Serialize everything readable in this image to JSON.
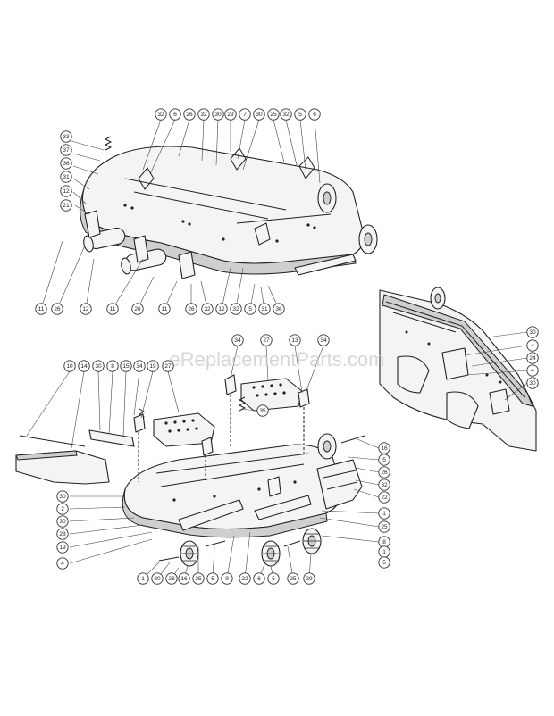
{
  "watermark": "eReplacementParts.com",
  "upper_callouts": [
    "32",
    "6",
    "26",
    "32",
    "30",
    "29",
    "7",
    "30",
    "25",
    "32",
    "5",
    "33",
    "37",
    "36",
    "31",
    "12",
    "21",
    "11",
    "26",
    "12",
    "11",
    "26",
    "11",
    "26",
    "32",
    "12",
    "32",
    "5",
    "31",
    "36",
    "6"
  ],
  "lower_callouts": [
    "10",
    "14",
    "30",
    "8",
    "15",
    "34",
    "19",
    "27",
    "34",
    "27",
    "13",
    "34",
    "35",
    "16",
    "5",
    "26",
    "32",
    "22",
    "30",
    "2",
    "30",
    "28",
    "19",
    "4",
    "1",
    "30",
    "28",
    "16",
    "25",
    "5",
    "9",
    "22",
    "6",
    "5",
    "25",
    "29",
    "1",
    "25",
    "8",
    "1",
    "5"
  ],
  "inset_callouts": [
    "30",
    "4",
    "24",
    "4",
    "30"
  ]
}
